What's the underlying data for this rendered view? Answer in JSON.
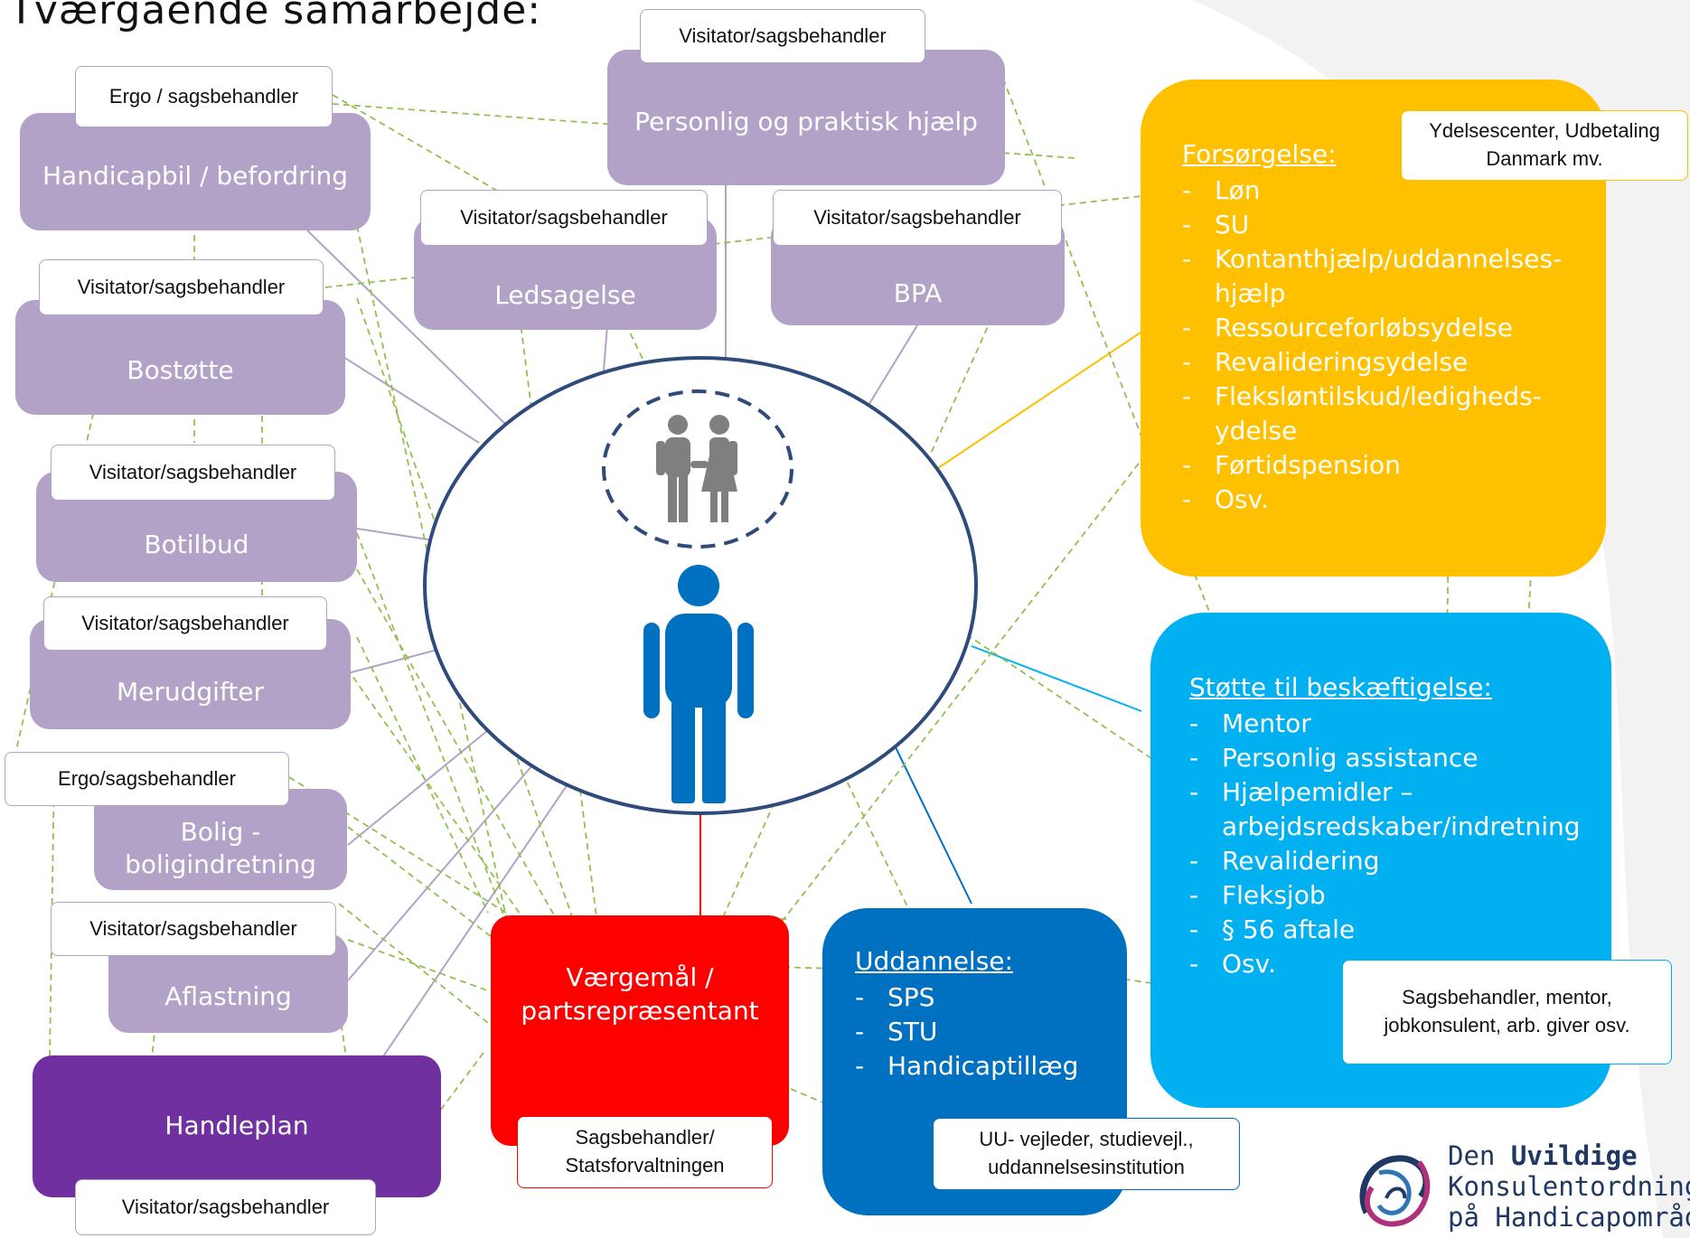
{
  "title": "Tværgående samarbejde:",
  "services": {
    "personlig": "Personlig og praktisk hjælp",
    "handicapbil": "Handicapbil / befordring",
    "ledsagelse": "Ledsagelse",
    "bpa": "BPA",
    "bostotte": "Bostøtte",
    "botilbud": "Botilbud",
    "merudgifter": "Merudgifter",
    "bolig": "Bolig - boligindretning",
    "aflastning": "Aflastning",
    "handleplan": "Handleplan",
    "vaergemaal": "Værgemål / partsrepræsentant"
  },
  "tags": {
    "visitator": "Visitator/sagsbehandler",
    "ergo_spaced": "Ergo / sagsbehandler",
    "ergo": "Ergo/sagsbehandler",
    "statsforvaltningen": "Sagsbehandler/ Statsforvaltningen",
    "uu": "UU- vejleder, studievejl., uddannelsesinstitution",
    "ydelsescenter": "Ydelsescenter, Udbetaling Danmark mv.",
    "mentor": "Sagsbehandler, mentor, jobkonsulent, arb. giver osv."
  },
  "forsorgelse": {
    "title": "Forsørgelse:",
    "items": [
      "Løn",
      "SU",
      "Kontanthjælp/uddannelses-hjælp",
      "Ressourceforløbsydelse",
      "Revalideringsydelse",
      "Fleksløntilskud/ledigheds-ydelse",
      "Førtidspension",
      "Osv."
    ]
  },
  "beskaeftigelse": {
    "title": "Støtte til beskæftigelse:",
    "items": [
      "Mentor",
      "Personlig assistance",
      "Hjælpemidler – arbejdsredskaber/indretning",
      "Revalidering",
      "Fleksjob",
      "§ 56 aftale",
      "Osv."
    ]
  },
  "uddannelse": {
    "title": "Uddannelse:",
    "items": [
      "SPS",
      "STU",
      "Handicaptillæg"
    ]
  },
  "logo": {
    "line1_prefix": "Den",
    "line1_bold": "Uvildige",
    "line2": "Konsulentordning",
    "line3": "på Handicapområdet"
  },
  "colors": {
    "lilac": "#b2a2c7",
    "purple": "#7030a0",
    "red": "#ff0000",
    "blue": "#0070c0",
    "cyan": "#00b0f0",
    "gold": "#ffc000",
    "navy": "#2f4b7c",
    "dashed_connector": "#92c050"
  },
  "icons": [
    "couple-icon",
    "person-icon"
  ]
}
